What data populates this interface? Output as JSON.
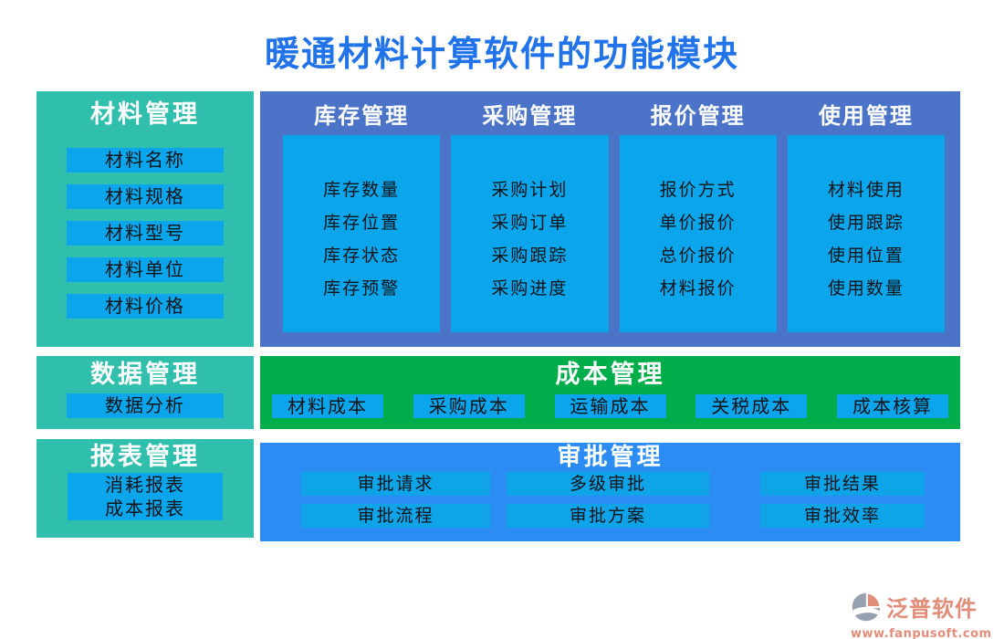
{
  "title": "暖通材料计算软件的功能模块",
  "material_management": {
    "title": "材料管理",
    "items": [
      "材料名称",
      "材料规格",
      "材料型号",
      "材料单位",
      "材料价格"
    ]
  },
  "main_modules": [
    {
      "title": "库存管理",
      "items": [
        "库存数量",
        "库存位置",
        "库存状态",
        "库存预警"
      ]
    },
    {
      "title": "采购管理",
      "items": [
        "采购计划",
        "采购订单",
        "采购跟踪",
        "采购进度"
      ]
    },
    {
      "title": "报价管理",
      "items": [
        "报价方式",
        "单价报价",
        "总价报价",
        "材料报价"
      ]
    },
    {
      "title": "使用管理",
      "items": [
        "材料使用",
        "使用跟踪",
        "使用位置",
        "使用数量"
      ]
    }
  ],
  "data_management": {
    "title": "数据管理",
    "items": [
      "数据分析"
    ]
  },
  "cost_management": {
    "title": "成本管理",
    "items": [
      "材料成本",
      "采购成本",
      "运输成本",
      "关税成本",
      "成本核算"
    ]
  },
  "report_management": {
    "title": "报表管理",
    "items": [
      "消耗报表",
      "成本报表"
    ]
  },
  "approval_management": {
    "title": "审批管理",
    "row1": [
      "审批请求",
      "多级审批",
      "审批结果"
    ],
    "row2": [
      "审批流程",
      "审批方案",
      "审批效率"
    ]
  },
  "footer": {
    "brand": "泛普软件",
    "url": "www.fanpusoft.com"
  },
  "colors": {
    "title_blue": "#2173EA",
    "teal": "#30BFAD",
    "main_blue": "#4B73C8",
    "light_blue": "#0AA5EA",
    "green": "#00AD4B",
    "bright_blue": "#2B8CF4",
    "button_text": "#101418",
    "brand_salmon": "#E28C7A",
    "logo_grey": "#97A0AF"
  }
}
